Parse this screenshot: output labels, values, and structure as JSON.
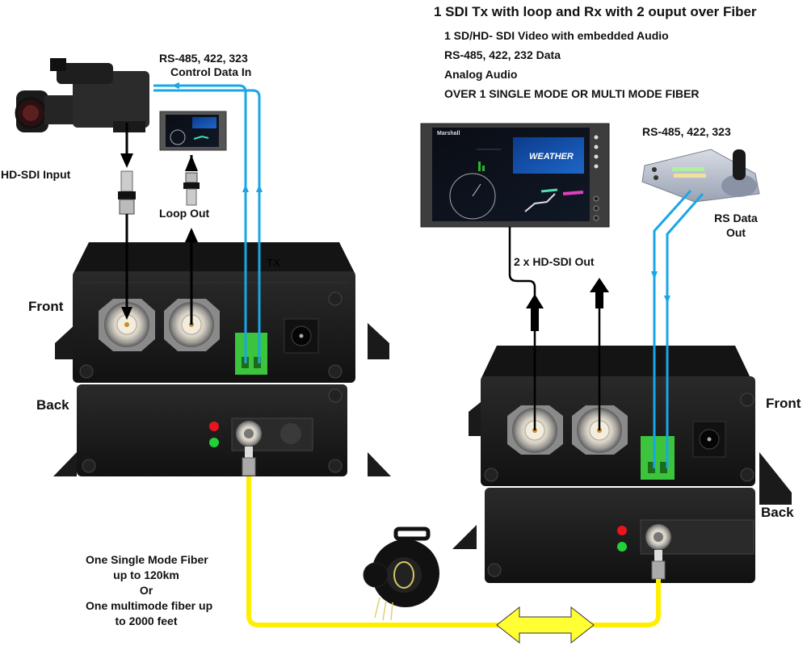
{
  "title": "1 SDI Tx with loop and Rx with 2 ouput over Fiber",
  "features": [
    "1 SD/HD- SDI Video with embedded  Audio",
    "RS-485, 422, 232 Data",
    "Analog Audio",
    "OVER 1 SINGLE MODE OR MULTI MODE FIBER"
  ],
  "labels": {
    "control_in_line1": "RS-485, 422, 323",
    "control_in_line2": "Control Data In",
    "hd_sdi_input": "HD-SDI  Input",
    "loop_out": "Loop Out",
    "tx_front": "Front",
    "tx_back": "Back",
    "tx_mark": "TX",
    "rx_front": "Front",
    "rx_back": "Back",
    "hd_sdi_out": "2 x HD-SDI  Out",
    "rs_out_top": "RS-485, 422, 323",
    "rs_out_line1": "RS Data",
    "rs_out_line2": "Out",
    "monitor_brand": "Marshall",
    "monitor_screen_text": "WEATHER",
    "fiber_line1": "One Single Mode Fiber",
    "fiber_line2": "up to 120km",
    "fiber_line3": "Or",
    "fiber_line4": "One multimode fiber up",
    "fiber_line5": "to 2000 feet"
  },
  "colors": {
    "data_line": "#1aa6e6",
    "fiber": "#ffee00",
    "device_body": "#1c1c1c",
    "terminal_green": "#3cc43c",
    "led_red": "#e8141e",
    "led_green": "#22d03a",
    "arrow_fill": "#ffff33"
  }
}
